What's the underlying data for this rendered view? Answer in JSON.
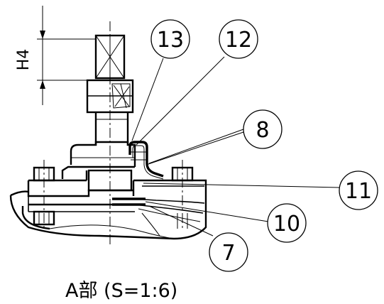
{
  "dimension": {
    "label": "H4"
  },
  "balloons": [
    {
      "id": "13"
    },
    {
      "id": "12"
    },
    {
      "id": "8"
    },
    {
      "id": "11"
    },
    {
      "id": "10"
    },
    {
      "id": "7"
    }
  ],
  "caption": "A部 (S=1:6)"
}
